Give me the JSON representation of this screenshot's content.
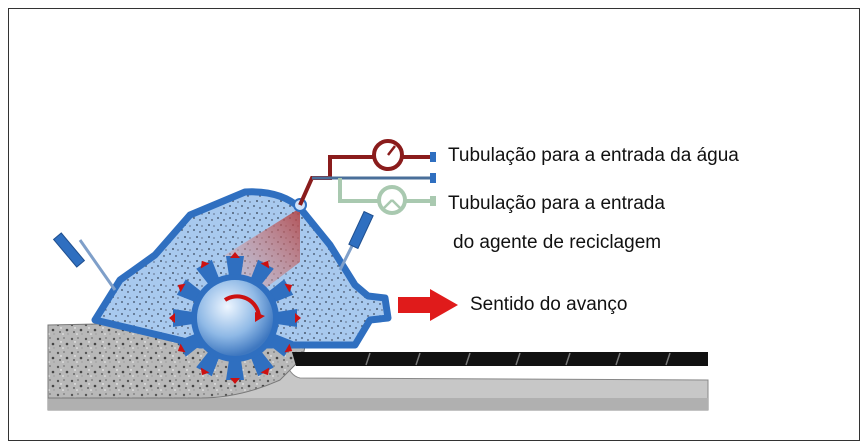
{
  "labels": {
    "water_pipe": "Tubulação para a entrada da água",
    "agent_pipe_line1": "Tubulação para a entrada",
    "agent_pipe_line2": "do agente de reciclagem",
    "forward_direction": "Sentido do avanço"
  },
  "colors": {
    "machine_blue": "#2f6fc0",
    "machine_fill": "#9fc4ea",
    "water_pipe": "#8a1c1c",
    "agent_pipe": "#a9c9b0",
    "arrow_red": "#e01b1b",
    "asphalt": "#111111",
    "base_grey": "#c7c7c7"
  },
  "icons": {
    "water_gauge": "pressure-gauge-icon",
    "agent_gauge": "pressure-gauge-icon",
    "forward_arrow": "right-arrow-icon",
    "rotation_arrow": "curved-arrow-icon"
  }
}
